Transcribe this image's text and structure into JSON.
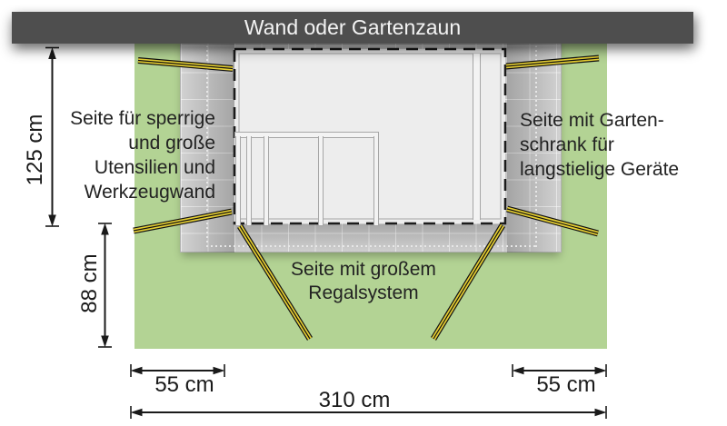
{
  "diagram": {
    "title": "Wand oder Gartenzaun",
    "side_labels": {
      "left": [
        "Seite für sperrige",
        "und große",
        "Utensilien und",
        "Werkzeugwand"
      ],
      "right": [
        "Seite mit Garten-",
        "schrank für",
        "langstielige Geräte"
      ],
      "front": [
        "Seite mit großem",
        "Regalsystem"
      ]
    },
    "dimensions": {
      "back_depth": "125 cm",
      "front_depth": "88 cm",
      "left_side_width": "55 cm",
      "right_side_width": "55 cm",
      "total_width": "310 cm"
    },
    "colors": {
      "wall_bar": "#4e4e4e",
      "grass": "#b3d394",
      "paving": "#c6c6c6",
      "shed_floor": "#ededed",
      "door_yellow": "#e6cf33",
      "line_black": "#1a1a1a"
    }
  }
}
